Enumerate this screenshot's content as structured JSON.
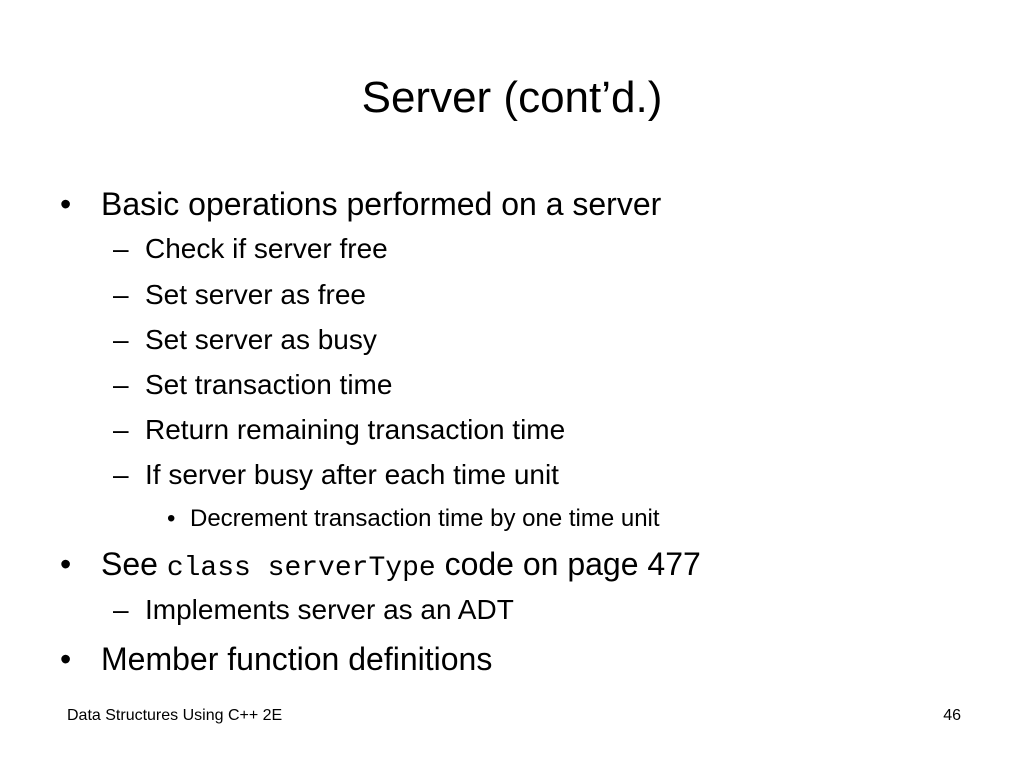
{
  "slide": {
    "title": "Server (cont’d.)",
    "footer_left": "Data Structures Using C++ 2E",
    "page_number": "46"
  },
  "markers": {
    "level1": "•",
    "level2": "–",
    "level3": "•"
  },
  "bullets": {
    "b1": "Basic operations performed on a server",
    "b1_subs": [
      "Check if server free",
      "Set server as free",
      "Set server as busy",
      "Set transaction time",
      "Return remaining transaction time",
      "If server busy after each time unit"
    ],
    "b1_subsub": "Decrement transaction time by one time unit",
    "b2_prefix": "See",
    "b2_code": "class serverType",
    "b2_suffix": "code on page 477",
    "b2_sub": "Implements server as an ADT",
    "b3": "Member function definitions"
  }
}
